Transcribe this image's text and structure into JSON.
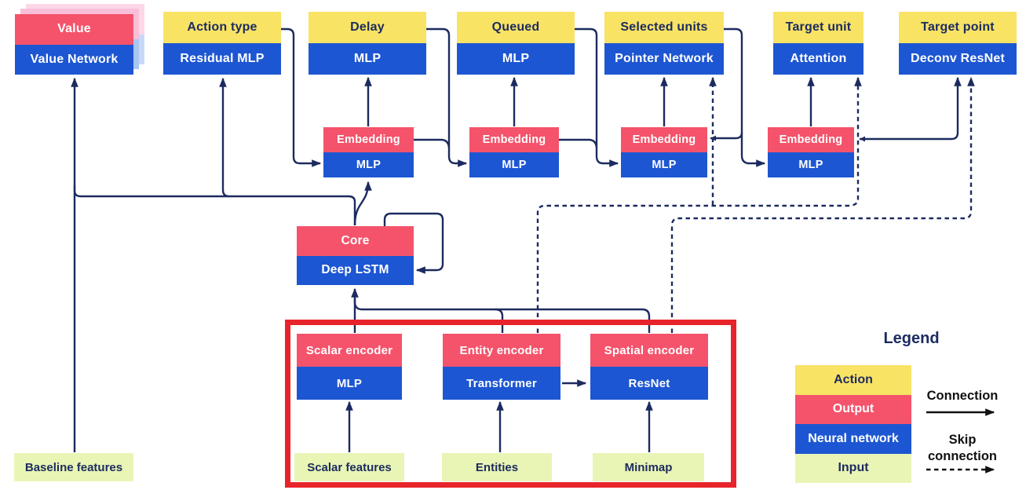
{
  "palette": {
    "yellow": "#F9E364",
    "pink": "#F4536B",
    "blue": "#1D56D2",
    "green": "#E9F5B5",
    "navy": "#1C2B5F",
    "red": "#E8242B",
    "ink": "#111111",
    "shadow_pink_near": "#F8BFD8",
    "shadow_blue_near": "#A8C6F2",
    "shadow_pink_far": "#FBD7E8",
    "shadow_blue_far": "#C7D9F7"
  },
  "value_head": {
    "label": "Value",
    "network": "Value Network"
  },
  "action_heads": [
    {
      "label": "Action type",
      "network": "Residual MLP"
    },
    {
      "label": "Delay",
      "network": "MLP"
    },
    {
      "label": "Queued",
      "network": "MLP"
    },
    {
      "label": "Selected units",
      "network": "Pointer Network"
    },
    {
      "label": "Target unit",
      "network": "Attention"
    },
    {
      "label": "Target point",
      "network": "Deconv ResNet"
    }
  ],
  "embeddings": [
    {
      "label": "Embedding",
      "network": "MLP"
    },
    {
      "label": "Embedding",
      "network": "MLP"
    },
    {
      "label": "Embedding",
      "network": "MLP"
    },
    {
      "label": "Embedding",
      "network": "MLP"
    }
  ],
  "core": {
    "label": "Core",
    "network": "Deep LSTM"
  },
  "encoders": [
    {
      "label": "Scalar encoder",
      "network": "MLP"
    },
    {
      "label": "Entity encoder",
      "network": "Transformer"
    },
    {
      "label": "Spatial encoder",
      "network": "ResNet"
    }
  ],
  "inputs": {
    "baseline": "Baseline features",
    "scalar": "Scalar features",
    "entities": "Entities",
    "minimap": "Minimap"
  },
  "legend": {
    "title": "Legend",
    "items": [
      {
        "label": "Action",
        "type": "action"
      },
      {
        "label": "Output",
        "type": "output"
      },
      {
        "label": "Neural network",
        "type": "neural-network"
      },
      {
        "label": "Input",
        "type": "input"
      }
    ],
    "connection_label": "Connection",
    "skip_connection_label": "Skip connection"
  }
}
